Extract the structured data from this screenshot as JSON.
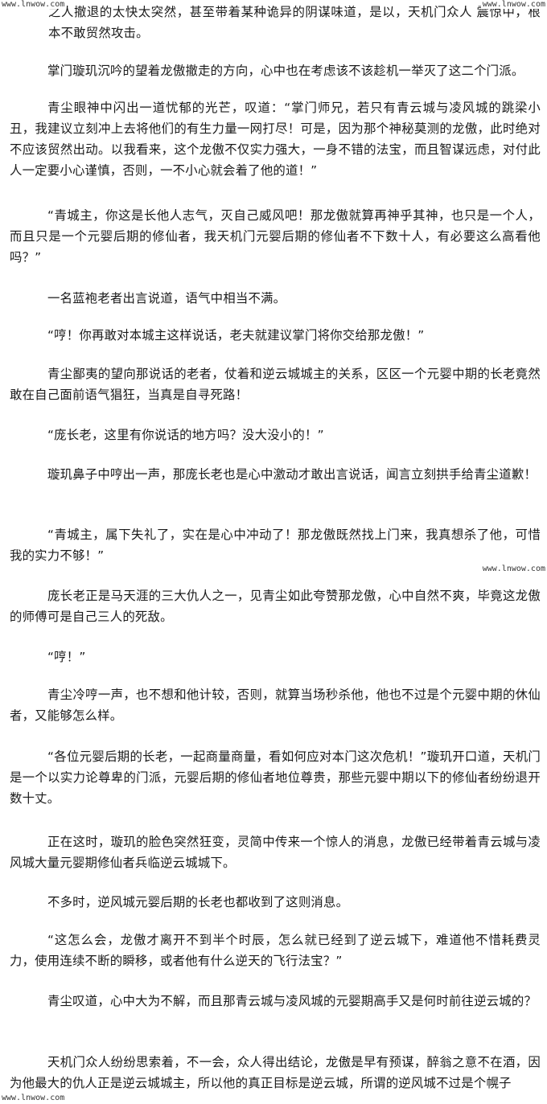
{
  "watermarks": {
    "top_left": "www.lnwow.com",
    "top_right": "www.lnwow.com",
    "middle_right": "www.lnwow.com",
    "bottom_left": "www.lnwow.com"
  },
  "paragraphs": [
    "之人撤退的太快太突然，甚至带着某种诡异的阴谋味道，是以，天机门众人 震惊中，根本不敢贸然攻击。",
    "掌门璇玑沉吟的望着龙傲撤走的方向，心中也在考虑该不该趁机一举灭了这二个门派。",
    "青尘眼神中闪出一道忧郁的光芒，叹道：“掌门师兄，若只有青云城与凌风城的跳梁小丑，我建议立刻冲上去将他们的有生力量一网打尽！可是，因为那个神秘莫测的龙傲，此时绝对不应该贸然出动。以我看来，这个龙傲不仅实力强大，一身不错的法宝，而且智谋远虑，对付此人一定要小心谨慎，否则，一不小心就会着了他的道！”",
    "“青城主，你这是长他人志气，灭自己威风吧！那龙傲就算再神乎其神，也只是一个人，而且只是一个元婴后期的修仙者，我天机门元婴后期的修仙者不下数十人，有必要这么高看他吗？”",
    "一名蓝袍老者出言说道，语气中相当不满。",
    "“哼！你再敢对本城主这样说话，老夫就建议掌门将你交给那龙傲！”",
    "青尘鄙夷的望向那说话的老者，仗着和逆云城城主的关系，区区一个元婴中期的长老竟然敢在自己面前语气猖狂，当真是自寻死路！",
    "“庞长老，这里有你说话的地方吗？没大没小的！”",
    "璇玑鼻子中哼出一声，那庞长老也是心中激动才敢出言说话，闻言立刻拱手给青尘道歉！",
    "“青城主，属下失礼了，实在是心中冲动了！那龙傲既然找上门来，我真想杀了他，可惜我的实力不够！”",
    "庞长老正是马天涯的三大仇人之一，见青尘如此夸赞那龙傲，心中自然不爽，毕竟这龙傲的师傅可是自己三人的死敌。",
    "“哼！”",
    "青尘冷哼一声，也不想和他计较，否则，就算当场秒杀他，他也不过是个元婴中期的休仙者，又能够怎么样。",
    "“各位元婴后期的长老，一起商量商量，看如何应对本门这次危机！”璇玑开口道，天机门是一个以实力论尊卑的门派，元婴后期的修仙者地位尊贵，那些元婴中期以下的修仙者纷纷退开数十丈。",
    "正在这时，璇玑的脸色突然狂变，灵简中传来一个惊人的消息，龙傲已经带着青云城与凌风城大量元婴期修仙者兵临逆云城城下。",
    "不多时，逆风城元婴后期的长老也都收到了这则消息。",
    "“这怎么会，龙傲才离开不到半个时辰，怎么就已经到了逆云城下，难道他不惜耗费灵力，使用连续不断的瞬移，或者他有什么逆天的飞行法宝？”",
    "青尘叹道，心中大为不解，而且那青云城与凌风城的元婴期高手又是何时前往逆云城的？",
    "天机门众人纷纷思索着，不一会，众人得出结论，龙傲是早有预谋，醉翁之意不在酒，因为他最大的仇人正是逆云城城主，所以他的真正目标是逆云城，所谓的逆风城不过是个幌子"
  ]
}
